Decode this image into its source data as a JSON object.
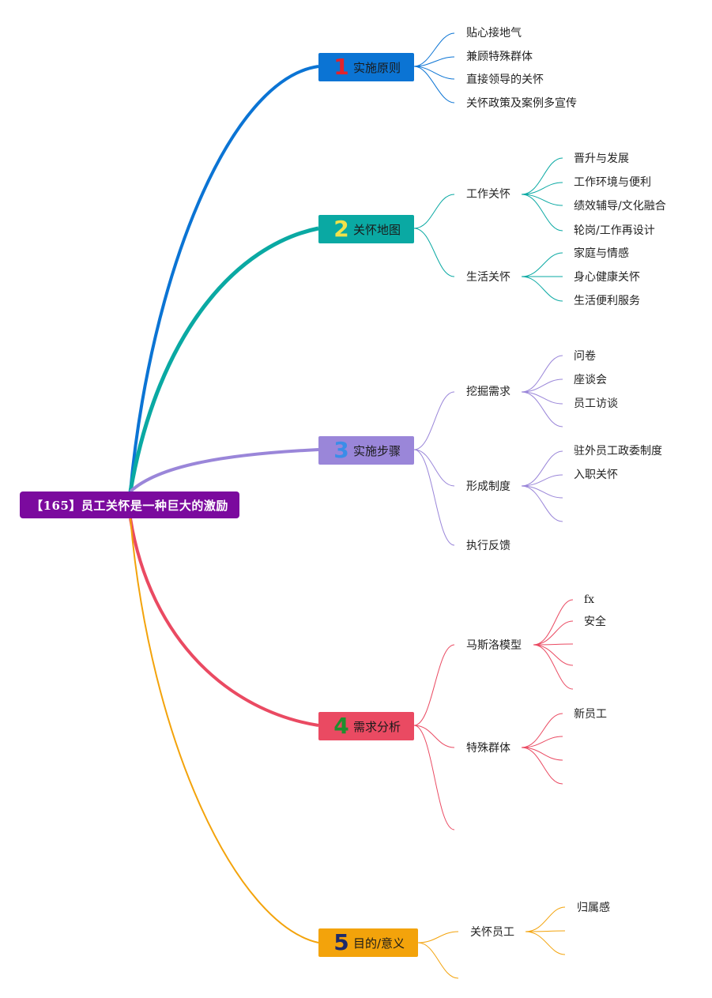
{
  "root": {
    "label": "【165】员工关怀是一种巨大的激励"
  },
  "colors": {
    "branch1": "#0b74d4",
    "branch2": "#0aa9a3",
    "branch3": "#9a86d9",
    "branch4": "#ea4a62",
    "branch5": "#f3a30b",
    "root": "#7b0a9e"
  },
  "branches": [
    {
      "num": "1",
      "label": "实施原则",
      "children": [
        "贴心接地气",
        "兼顾特殊群体",
        "直接领导的关怀",
        "关怀政策及案例多宣传"
      ]
    },
    {
      "num": "2",
      "label": "关怀地图",
      "children": [
        {
          "label": "工作关怀",
          "children": [
            "晋升与发展",
            "工作环境与便利",
            "绩效辅导/文化融合",
            "轮岗/工作再设计"
          ]
        },
        {
          "label": "生活关怀",
          "children": [
            "家庭与情感",
            "身心健康关怀",
            "生活便利服务"
          ]
        }
      ]
    },
    {
      "num": "3",
      "label": "实施步骤",
      "children": [
        {
          "label": "挖掘需求",
          "children": [
            "问卷",
            "座谈会",
            "员工访谈"
          ]
        },
        {
          "label": "形成制度",
          "children": [
            "驻外员工政委制度",
            "入职关怀"
          ]
        },
        {
          "label": "执行反馈"
        }
      ]
    },
    {
      "num": "4",
      "label": "需求分析",
      "children": [
        {
          "label": "马斯洛模型",
          "children": [
            "fx",
            "安全"
          ]
        },
        {
          "label": "特殊群体",
          "children": [
            "新员工"
          ]
        }
      ]
    },
    {
      "num": "5",
      "label": "目的/意义",
      "children": [
        {
          "label": "关怀员工",
          "children": [
            "归属感"
          ]
        }
      ]
    }
  ]
}
